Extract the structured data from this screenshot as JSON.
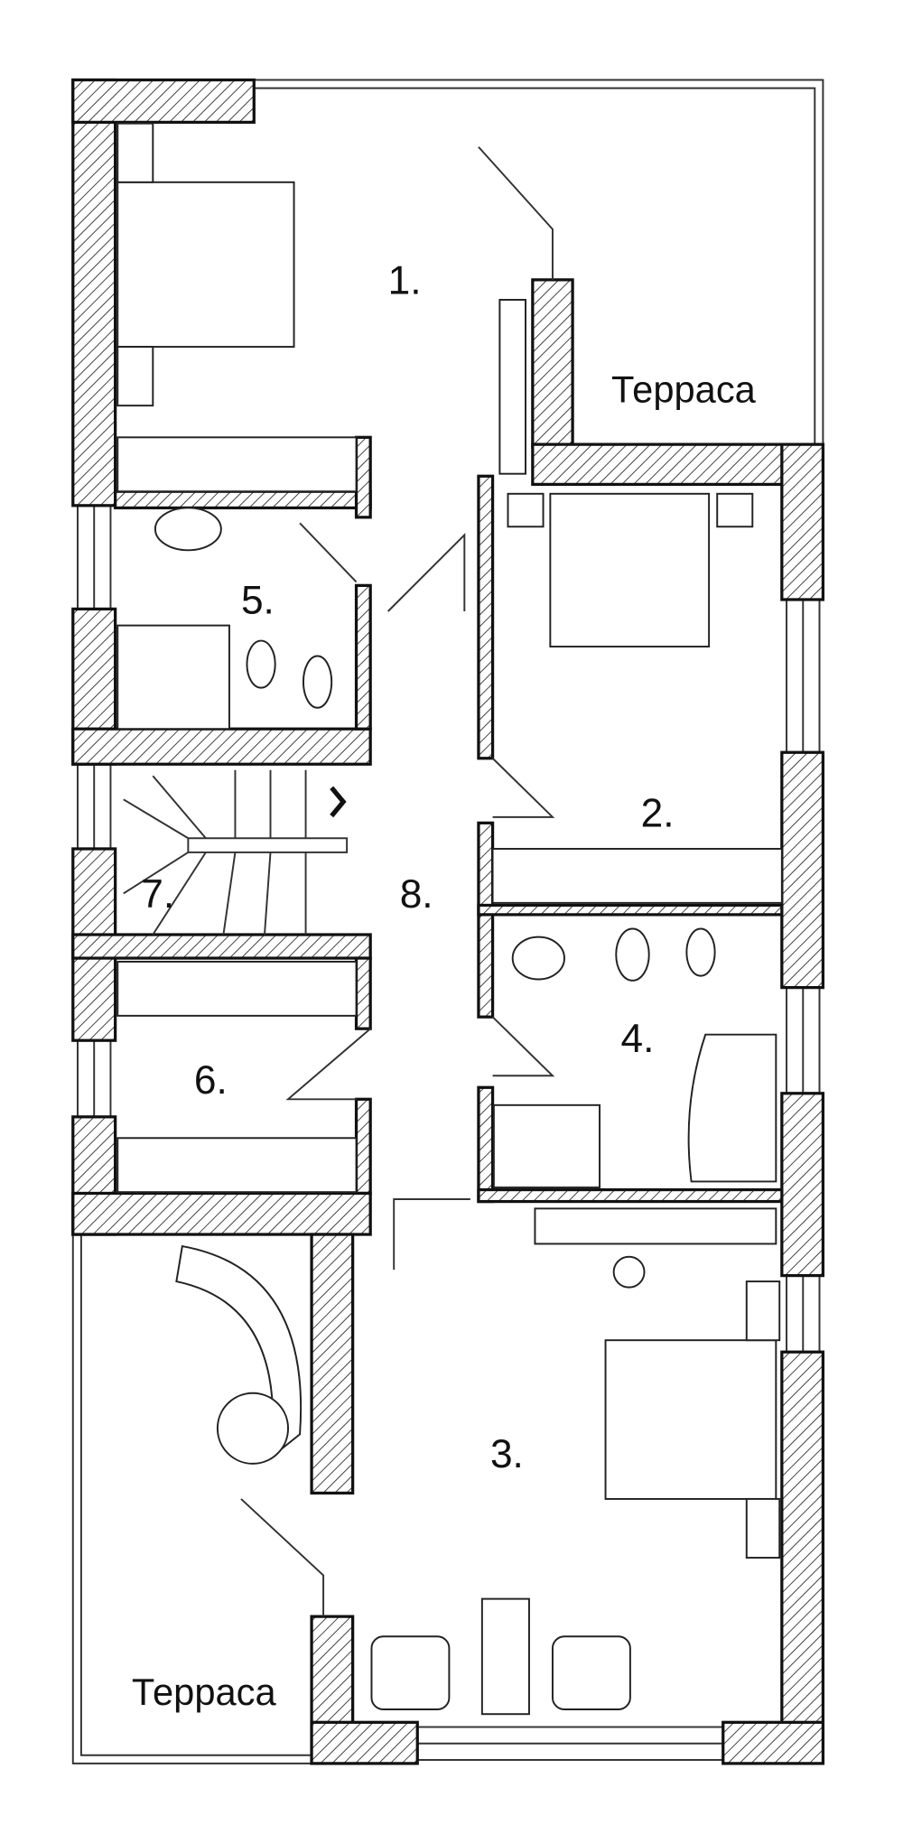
{
  "rooms": [
    {
      "label": "1."
    },
    {
      "label": "2."
    },
    {
      "label": "3."
    },
    {
      "label": "4."
    },
    {
      "label": "5."
    },
    {
      "label": "6."
    },
    {
      "label": "7."
    },
    {
      "label": "8."
    }
  ],
  "terraces": [
    {
      "label": "Терраса"
    },
    {
      "label": "Терраса"
    }
  ]
}
